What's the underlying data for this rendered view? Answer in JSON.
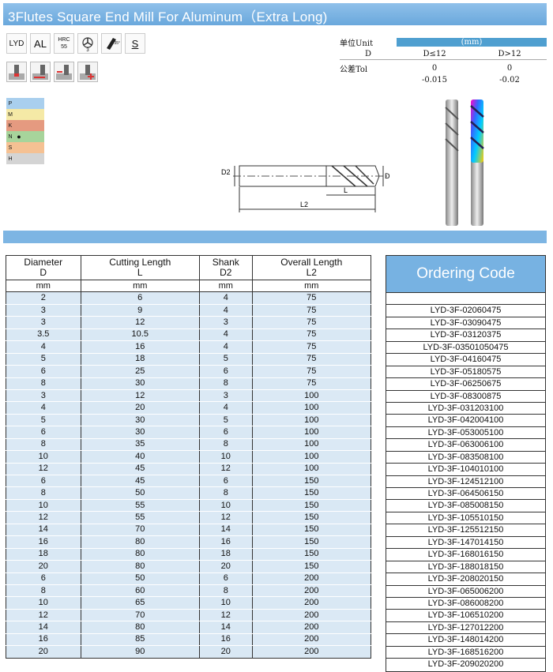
{
  "title": "3Flutes Square End Mill For Aluminum（Extra Long)",
  "icons": {
    "top": [
      {
        "name": "lyd-icon",
        "label": "LYD"
      },
      {
        "name": "al-icon",
        "label": "AL"
      },
      {
        "name": "hrc-icon",
        "label": "HRC 55"
      },
      {
        "name": "three-flute-icon",
        "label": "3"
      },
      {
        "name": "helix-icon",
        "label": "35°"
      },
      {
        "name": "s-icon",
        "label": "S"
      }
    ],
    "lyd": "LYD",
    "al": "AL",
    "hrc_top": "HRC",
    "hrc_bottom": "55",
    "flutes": "3",
    "helix": "35°",
    "s": "S"
  },
  "materials": [
    {
      "letter": "P",
      "color": "#a9cfee",
      "dot": ""
    },
    {
      "letter": "M",
      "color": "#f5e9a6",
      "dot": ""
    },
    {
      "letter": "K",
      "color": "#e59a80",
      "dot": ""
    },
    {
      "letter": "N",
      "color": "#a7d49b",
      "dot": "●"
    },
    {
      "letter": "S",
      "color": "#f5c193",
      "dot": ""
    },
    {
      "letter": "H",
      "color": "#d4d4d4",
      "dot": ""
    }
  ],
  "spec": {
    "unit_label": "单位Unit",
    "unit_value": "(mm)",
    "d_label": "D",
    "col1": "D≤12",
    "col2": "D>12",
    "tol_label": "公差Tol",
    "tol1_top": "0",
    "tol1_bottom": "-0.015",
    "tol2_top": "0",
    "tol2_bottom": "-0.02"
  },
  "drawing": {
    "d2": "D2",
    "d": "D",
    "l": "L",
    "l2": "L2"
  },
  "table": {
    "headers": [
      {
        "name": "Diameter",
        "sym": "D"
      },
      {
        "name": "Cutting Length",
        "sym": "L"
      },
      {
        "name": "Shank",
        "sym": "D2"
      },
      {
        "name": "Overall Length",
        "sym": "L2"
      }
    ],
    "units": [
      "mm",
      "mm",
      "mm",
      "mm"
    ],
    "rows": [
      [
        "2",
        "6",
        "4",
        "75"
      ],
      [
        "3",
        "9",
        "4",
        "75"
      ],
      [
        "3",
        "12",
        "3",
        "75"
      ],
      [
        "3.5",
        "10.5",
        "4",
        "75"
      ],
      [
        "4",
        "16",
        "4",
        "75"
      ],
      [
        "5",
        "18",
        "5",
        "75"
      ],
      [
        "6",
        "25",
        "6",
        "75"
      ],
      [
        "8",
        "30",
        "8",
        "75"
      ],
      [
        "3",
        "12",
        "3",
        "100"
      ],
      [
        "4",
        "20",
        "4",
        "100"
      ],
      [
        "5",
        "30",
        "5",
        "100"
      ],
      [
        "6",
        "30",
        "6",
        "100"
      ],
      [
        "8",
        "35",
        "8",
        "100"
      ],
      [
        "10",
        "40",
        "10",
        "100"
      ],
      [
        "12",
        "45",
        "12",
        "100"
      ],
      [
        "6",
        "45",
        "6",
        "150"
      ],
      [
        "8",
        "50",
        "8",
        "150"
      ],
      [
        "10",
        "55",
        "10",
        "150"
      ],
      [
        "12",
        "55",
        "12",
        "150"
      ],
      [
        "14",
        "70",
        "14",
        "150"
      ],
      [
        "16",
        "80",
        "16",
        "150"
      ],
      [
        "18",
        "80",
        "18",
        "150"
      ],
      [
        "20",
        "80",
        "20",
        "150"
      ],
      [
        "6",
        "50",
        "6",
        "200"
      ],
      [
        "8",
        "60",
        "8",
        "200"
      ],
      [
        "10",
        "65",
        "10",
        "200"
      ],
      [
        "12",
        "70",
        "12",
        "200"
      ],
      [
        "14",
        "80",
        "14",
        "200"
      ],
      [
        "16",
        "85",
        "16",
        "200"
      ],
      [
        "20",
        "90",
        "20",
        "200"
      ]
    ]
  },
  "ordering": {
    "header": "Ordering Code",
    "codes": [
      "LYD-3F-02060475",
      "LYD-3F-03090475",
      "LYD-3F-03120375",
      "LYD-3F-03501050475",
      "LYD-3F-04160475",
      "LYD-3F-05180575",
      "LYD-3F-06250675",
      "LYD-3F-08300875",
      "LYD-3F-031203100",
      "LYD-3F-042004100",
      "LYD-3F-053005100",
      "LYD-3F-063006100",
      "LYD-3F-083508100",
      "LYD-3F-104010100",
      "LYD-3F-124512100",
      "LYD-3F-064506150",
      "LYD-3F-085008150",
      "LYD-3F-105510150",
      "LYD-3F-125512150",
      "LYD-3F-147014150",
      "LYD-3F-168016150",
      "LYD-3F-188018150",
      "LYD-3F-208020150",
      "LYD-3F-065006200",
      "LYD-3F-086008200",
      "LYD-3F-106510200",
      "LYD-3F-127012200",
      "LYD-3F-148014200",
      "LYD-3F-168516200",
      "LYD-3F-209020200"
    ]
  }
}
